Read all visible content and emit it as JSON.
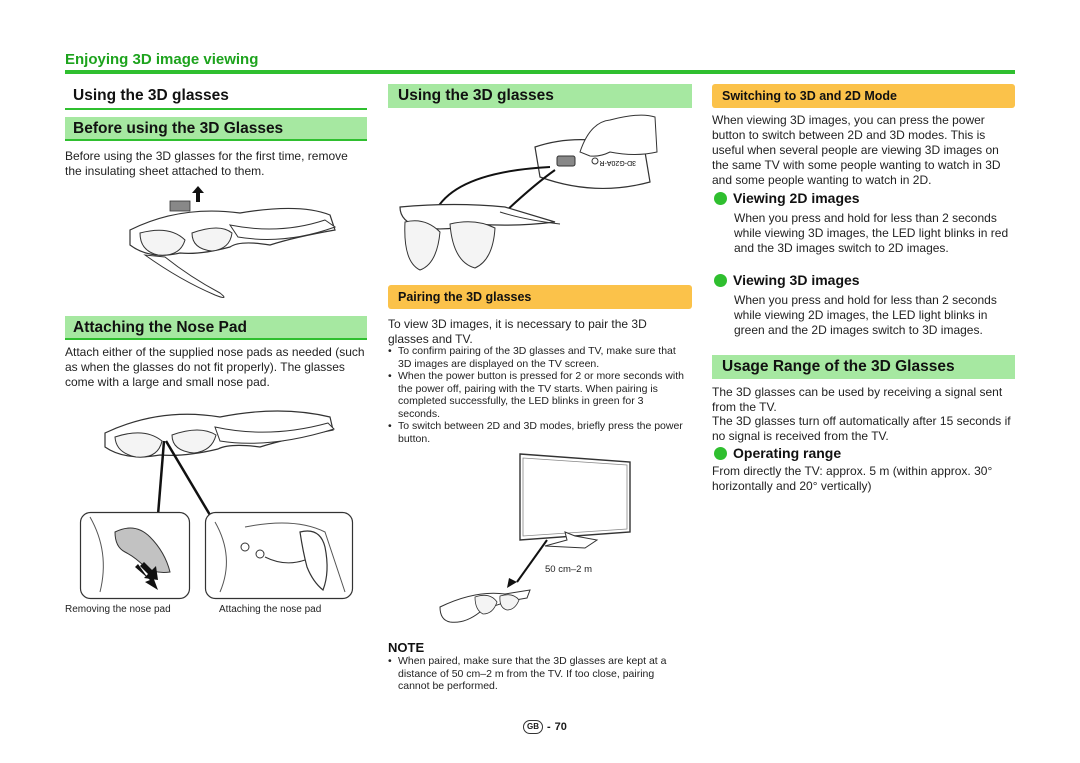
{
  "header": {
    "section_title": "Enjoying 3D image viewing"
  },
  "col1": {
    "heading_using": "Using the 3D glasses",
    "heading_before": "Before using the 3D Glasses",
    "before_text": "Before using the 3D glasses for the first time, remove the insulating sheet attached to them.",
    "heading_nose": "Attaching the Nose Pad",
    "nose_text": "Attach either of the supplied nose pads as needed (such as when the glasses do not fit properly). The glasses come with a large and small nose pad.",
    "caption_removing": "Removing the nose pad",
    "caption_attaching": "Attaching the nose pad"
  },
  "col2": {
    "heading_using": "Using the 3D glasses",
    "glasses_model_text": "3D-G20A-R",
    "pairing_heading": "Pairing the 3D glasses",
    "pairing_intro": "To view 3D images, it is necessary to pair the 3D glasses and TV.",
    "pairing_bullets": [
      "To confirm pairing of the 3D glasses and TV, make sure that 3D images are displayed on the TV screen.",
      "When the power button is pressed for 2 or more seconds with the power off, pairing with the TV starts. When pairing is completed successfully, the LED blinks in green for 3 seconds.",
      "To switch between 2D and 3D modes, briefly press the power button."
    ],
    "distance_label": "50 cm–2 m",
    "note_heading": "NOTE",
    "note_bullets": [
      "When paired, make sure that the 3D glasses are kept at a distance of 50 cm–2 m from the TV. If too close, pairing cannot be performed."
    ]
  },
  "col3": {
    "switch_heading": "Switching to 3D and 2D Mode",
    "switch_text": "When viewing 3D images, you can press the power button to switch between 2D and 3D modes. This is useful when several people are viewing 3D images on the same TV with some people wanting to watch in 3D and some people wanting to watch in 2D.",
    "view2d_heading": "Viewing 2D images",
    "view2d_text": "When you press and hold for less than 2 seconds while viewing 3D images, the LED light blinks in red and the 3D images switch to 2D images.",
    "view3d_heading": "Viewing 3D images",
    "view3d_text": "When you press and hold for less than 2 seconds while viewing 2D images, the LED light blinks in green and the 2D images switch to 3D images.",
    "usage_heading": "Usage Range of the 3D Glasses",
    "usage_text1": "The 3D glasses can be used by receiving a signal sent from the TV.",
    "usage_text2": "The 3D glasses turn off automatically after 15 seconds if no signal is received from the TV.",
    "operating_heading": "Operating range",
    "operating_text": "From directly the TV: approx. 5 m (within approx. 30° horizontally and 20° vertically)"
  },
  "footer": {
    "region_badge": "GB",
    "page_number": "70"
  },
  "colors": {
    "green_accent": "#2fbf2f",
    "green_band": "#a6e8a1",
    "orange_band": "#fbc24a"
  },
  "icons": [
    "up-arrow-icon",
    "down-arrow-icon",
    "bullet-dot-icon"
  ]
}
